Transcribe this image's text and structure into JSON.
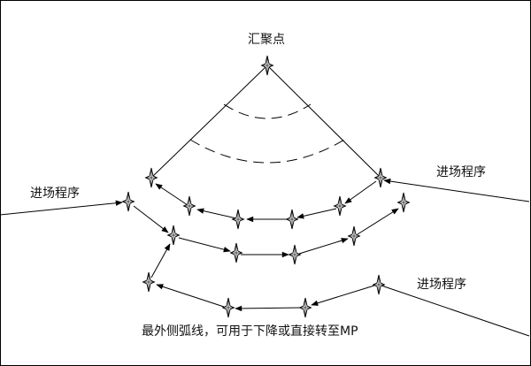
{
  "diagram": {
    "merge_point_label": "汇聚点",
    "entry_left_label": "进场程序",
    "entry_right_top_label": "进场程序",
    "entry_right_bottom_label": "进场程序",
    "caption": "最外侧弧线，可用于下降或直接转至MP"
  }
}
